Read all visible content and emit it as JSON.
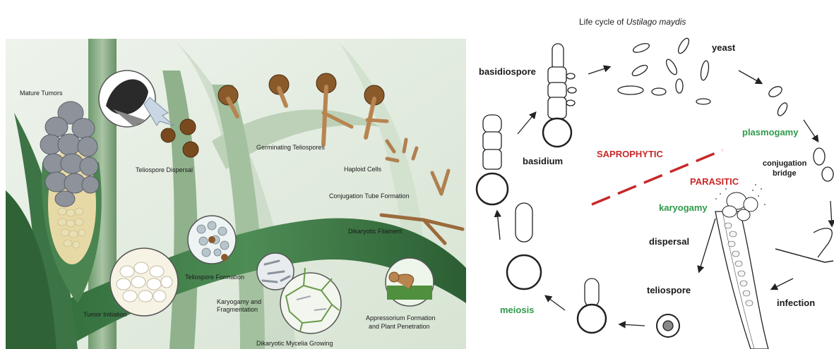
{
  "left_panel": {
    "labels": {
      "mature_tumors": "Mature Tumors",
      "teliospore_dispersal": "Teliospore  Dispersal",
      "germinating_teliospores": "Germinating Teliospores",
      "haploid_cells": "Haploid Cells",
      "conjugation_tube": "Conjugation Tube Formation",
      "dikaryotic_filament": "Dikaryotic Filament",
      "teliospore_formation": "Teliospore Formation",
      "karyogamy": "Karyogamy and",
      "fragmentation": "Fragmentation",
      "tumor_initiation": "Tumor Initiation",
      "appressorium_1": "Appressorium Formation",
      "appressorium_2": "and Plant Penetration",
      "dikaryotic_mycelia": "Dikaryotic Mycelia Growing"
    }
  },
  "right_panel": {
    "title_prefix": "Life cycle of ",
    "title_species": "Ustilago maydis",
    "labels": {
      "basidiospore": "basidiospore",
      "yeast": "yeast",
      "basidium": "basidium",
      "plasmogamy": "plasmogamy",
      "conjugation": "conjugation",
      "bridge": "bridge",
      "saprophytic": "SAPROPHYTIC",
      "parasitic": "PARASITIC",
      "karyogamy": "karyogamy",
      "dispersal": "dispersal",
      "teliospore": "teliospore",
      "infection": "infection",
      "meiosis": "meiosis"
    }
  },
  "colors": {
    "leaf_green": "#3f7a45",
    "pale_green": "#dfe9dc",
    "tumor_gray": "#8a8f98",
    "spore_brown": "#8a5a2a",
    "phase_red": "#c8282a",
    "stage_green": "#2e9a4a"
  }
}
